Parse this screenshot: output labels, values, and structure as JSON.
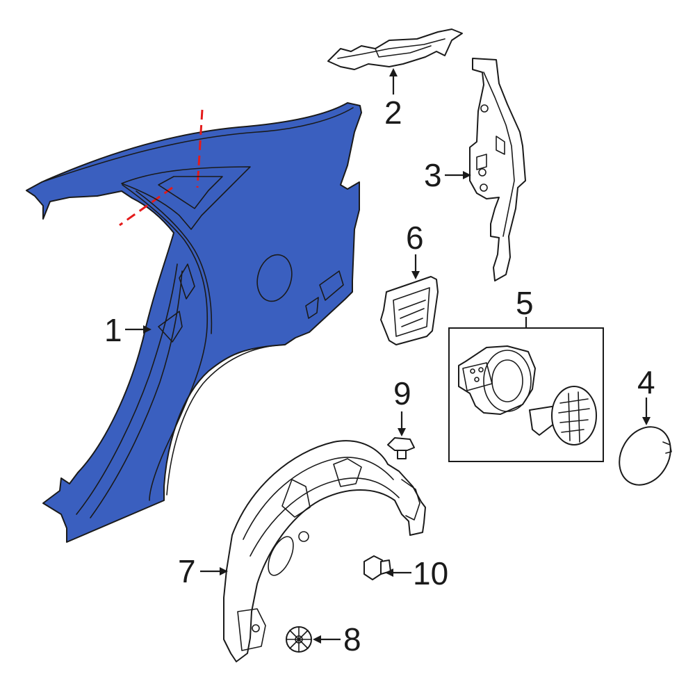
{
  "colors": {
    "highlight_part": "#3a5fbf",
    "cut_line": "#e41b1b",
    "line": "#1a1a1a",
    "background": "#ffffff"
  },
  "callouts": {
    "c1": "1",
    "c2": "2",
    "c3": "3",
    "c4": "4",
    "c5": "5",
    "c6": "6",
    "c7": "7",
    "c8": "8",
    "c9": "9",
    "c10": "10"
  }
}
